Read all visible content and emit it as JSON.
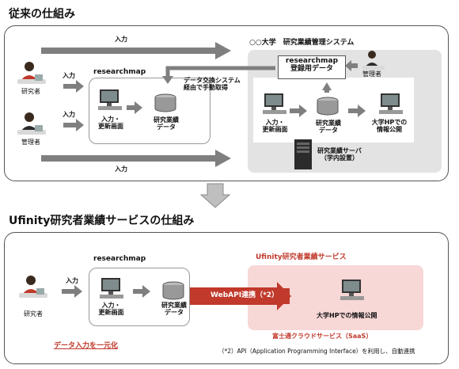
{
  "top": {
    "title": "従来の仕組み",
    "arrow_top_label": "入力",
    "arrow_bottom_label": "入力",
    "researcher_label": "研究者",
    "admin_label": "管理者",
    "input1": "入力",
    "input2": "入力",
    "researchmap_title": "researchmap",
    "screen_label_1": "入力・",
    "screen_label_2": "更新画面",
    "db_label_1": "研究業績",
    "db_label_2": "データ",
    "exchange_1": "データ交換システム",
    "exchange_2": "経由で手動取得",
    "system_title": "○○大学　研究業績管理システム",
    "reg_box_1": "researchmap",
    "reg_box_2": "登録用データ",
    "sys_admin_label": "管理者",
    "sys_screen_1": "入力・",
    "sys_screen_2": "更新画面",
    "sys_db_1": "研究業績",
    "sys_db_2": "データ",
    "sys_pub_1": "大学HPでの",
    "sys_pub_2": "情報公開",
    "server_1": "研究業績サーバ",
    "server_2": "（学内設置）"
  },
  "bottom": {
    "title": "Ufinity研究者業績サービスの仕組み",
    "researchmap_title": "researchmap",
    "input": "入力",
    "researcher_label": "研究者",
    "screen_label_1": "入力・",
    "screen_label_2": "更新画面",
    "db_label_1": "研究業績",
    "db_label_2": "データ",
    "service_title": "Ufinity研究者業績サービス",
    "webapi": "WebAPI連携（*2）",
    "pub": "大学HPでの情報公開",
    "saas": "富士通クラウドサービス（SaaS）",
    "unify": "データ入力を一元化",
    "footnote": "（*2）API（Application Programming Interface）を利用し、自動連携"
  },
  "icons": {
    "person": "person-icon",
    "monitor": "monitor-icon",
    "database": "database-icon",
    "server": "server-icon",
    "down_arrow": "down-arrow-icon"
  }
}
